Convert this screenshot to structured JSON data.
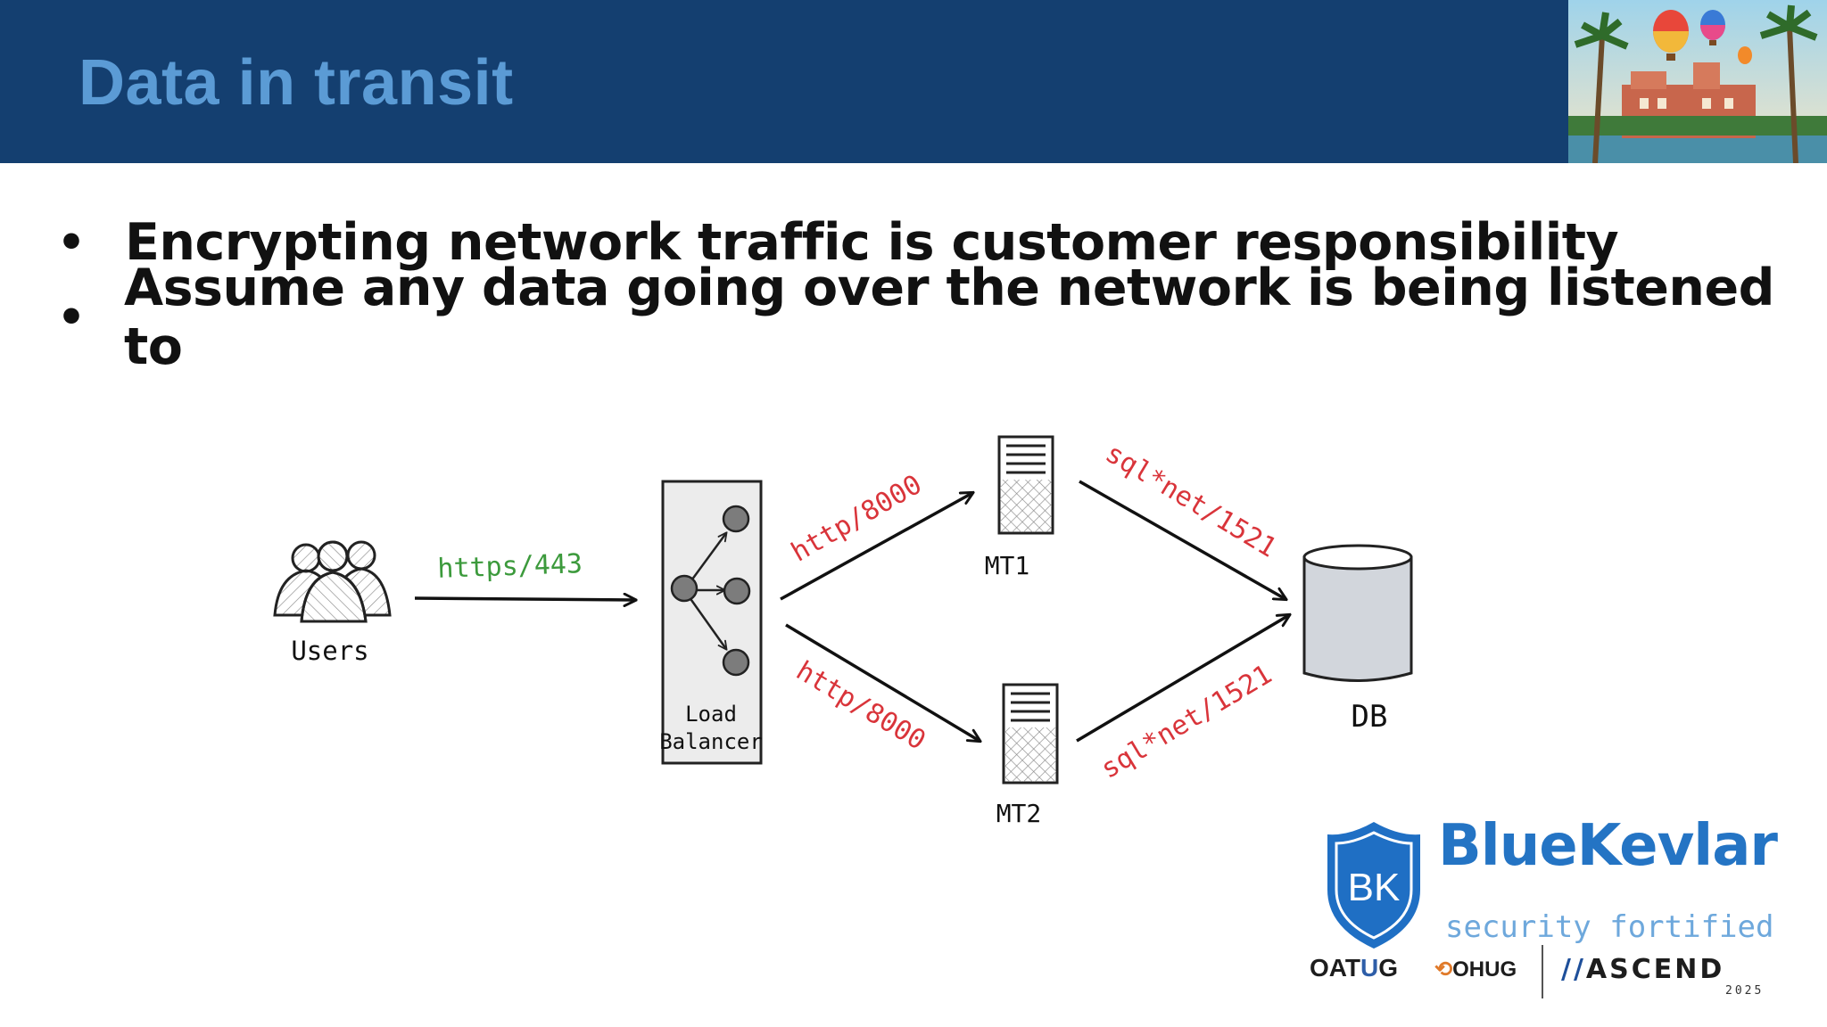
{
  "slide": {
    "title": "Data in transit",
    "bullets": [
      "Encrypting network traffic is customer responsibility",
      "Assume any data going over the network is being listened to"
    ]
  },
  "diagram": {
    "nodes": {
      "users": "Users",
      "load_balancer_line1": "Load",
      "load_balancer_line2": "Balancer",
      "mt1": "MT1",
      "mt2": "MT2",
      "db": "DB"
    },
    "edges": {
      "users_to_lb": "https/443",
      "lb_to_mt1": "http/8000",
      "lb_to_mt2": "http/8000",
      "mt1_to_db": "sql*net/1521",
      "mt2_to_db": "sql*net/1521"
    },
    "colors": {
      "secure": "#3c9a3c",
      "insecure": "#d9343a"
    }
  },
  "branding": {
    "logo_initials": "BK",
    "brand_name": "BlueKevlar",
    "tagline": "security fortified",
    "sponsors": {
      "oatug_main": "OAT",
      "oatug_u": "U",
      "oatug_end": "G",
      "ohug": "OHUG",
      "ascend": "ASCEND",
      "ascend_year": "2025"
    }
  }
}
